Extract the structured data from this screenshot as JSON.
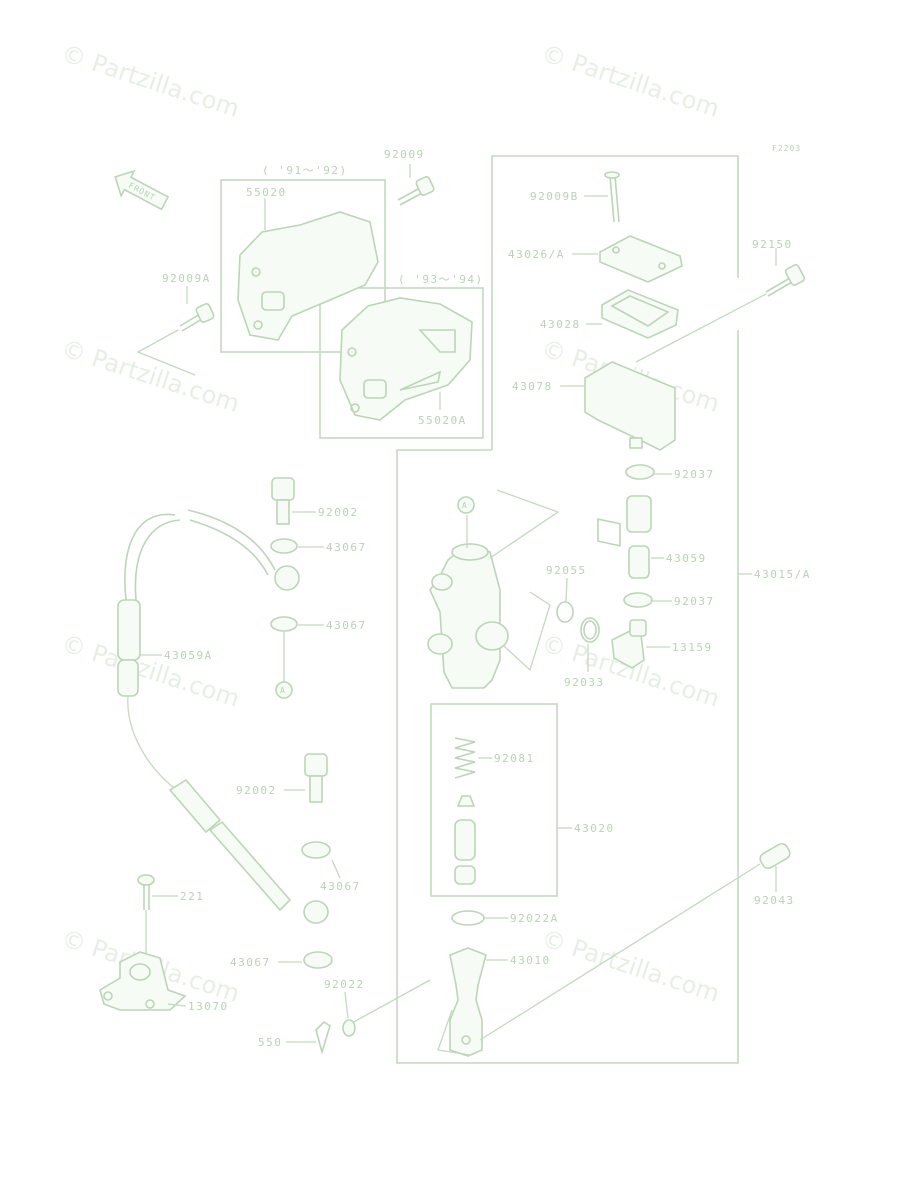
{
  "diagram": {
    "ref_code": "F2203",
    "front_label": "FRONT",
    "watermark": "© Partzilla.com",
    "year_range_a": "( '91～'92)",
    "year_range_b": "( '93～'94)",
    "circle_marker": "A",
    "parts": {
      "p92009": "92009",
      "p55020": "55020",
      "p92009A": "92009A",
      "p55020A": "55020A",
      "p92009B": "92009B",
      "p43026A": "43026/A",
      "p92150": "92150",
      "p43028": "43028",
      "p43078": "43078",
      "p92037a": "92037",
      "p43059": "43059",
      "p43015A": "43015/A",
      "p92037b": "92037",
      "p13159": "13159",
      "p92055": "92055",
      "p92033": "92033",
      "p92002a": "92002",
      "p43067a": "43067",
      "p43067b": "43067",
      "p43059A": "43059A",
      "p92002b": "92002",
      "p43067c": "43067",
      "p92081": "92081",
      "p43020": "43020",
      "p221": "221",
      "p92043": "92043",
      "p92022A": "92022A",
      "p43067d": "43067",
      "p43010": "43010",
      "p92022": "92022",
      "p13070": "13070",
      "p550": "550"
    }
  }
}
